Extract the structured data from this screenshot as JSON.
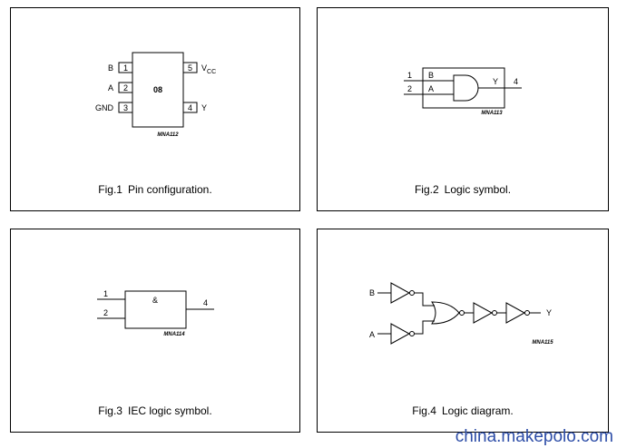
{
  "fig1": {
    "pins": {
      "b": {
        "name": "B",
        "num": "1"
      },
      "a": {
        "name": "A",
        "num": "2"
      },
      "gnd": {
        "name": "GND",
        "num": "3"
      },
      "vcc": {
        "name": "V",
        "sub": "CC",
        "num": "5"
      },
      "y": {
        "name": "Y",
        "num": "4"
      }
    },
    "chip_label": "08",
    "code": "MNA112",
    "caption_num": "Fig.1",
    "caption_text": "Pin configuration."
  },
  "fig2": {
    "in1_num": "1",
    "in1_name": "B",
    "in2_num": "2",
    "in2_name": "A",
    "out_name": "Y",
    "out_num": "4",
    "code": "MNA113",
    "caption_num": "Fig.2",
    "caption_text": "Logic symbol."
  },
  "fig3": {
    "in1_num": "1",
    "in2_num": "2",
    "symbol": "&",
    "out_num": "4",
    "code": "MNA114",
    "caption_num": "Fig.3",
    "caption_text": "IEC logic symbol."
  },
  "fig4": {
    "in_b": "B",
    "in_a": "A",
    "out_y": "Y",
    "code": "MNA115",
    "caption_num": "Fig.4",
    "caption_text": "Logic diagram."
  },
  "watermark": "china.makepolo.com"
}
